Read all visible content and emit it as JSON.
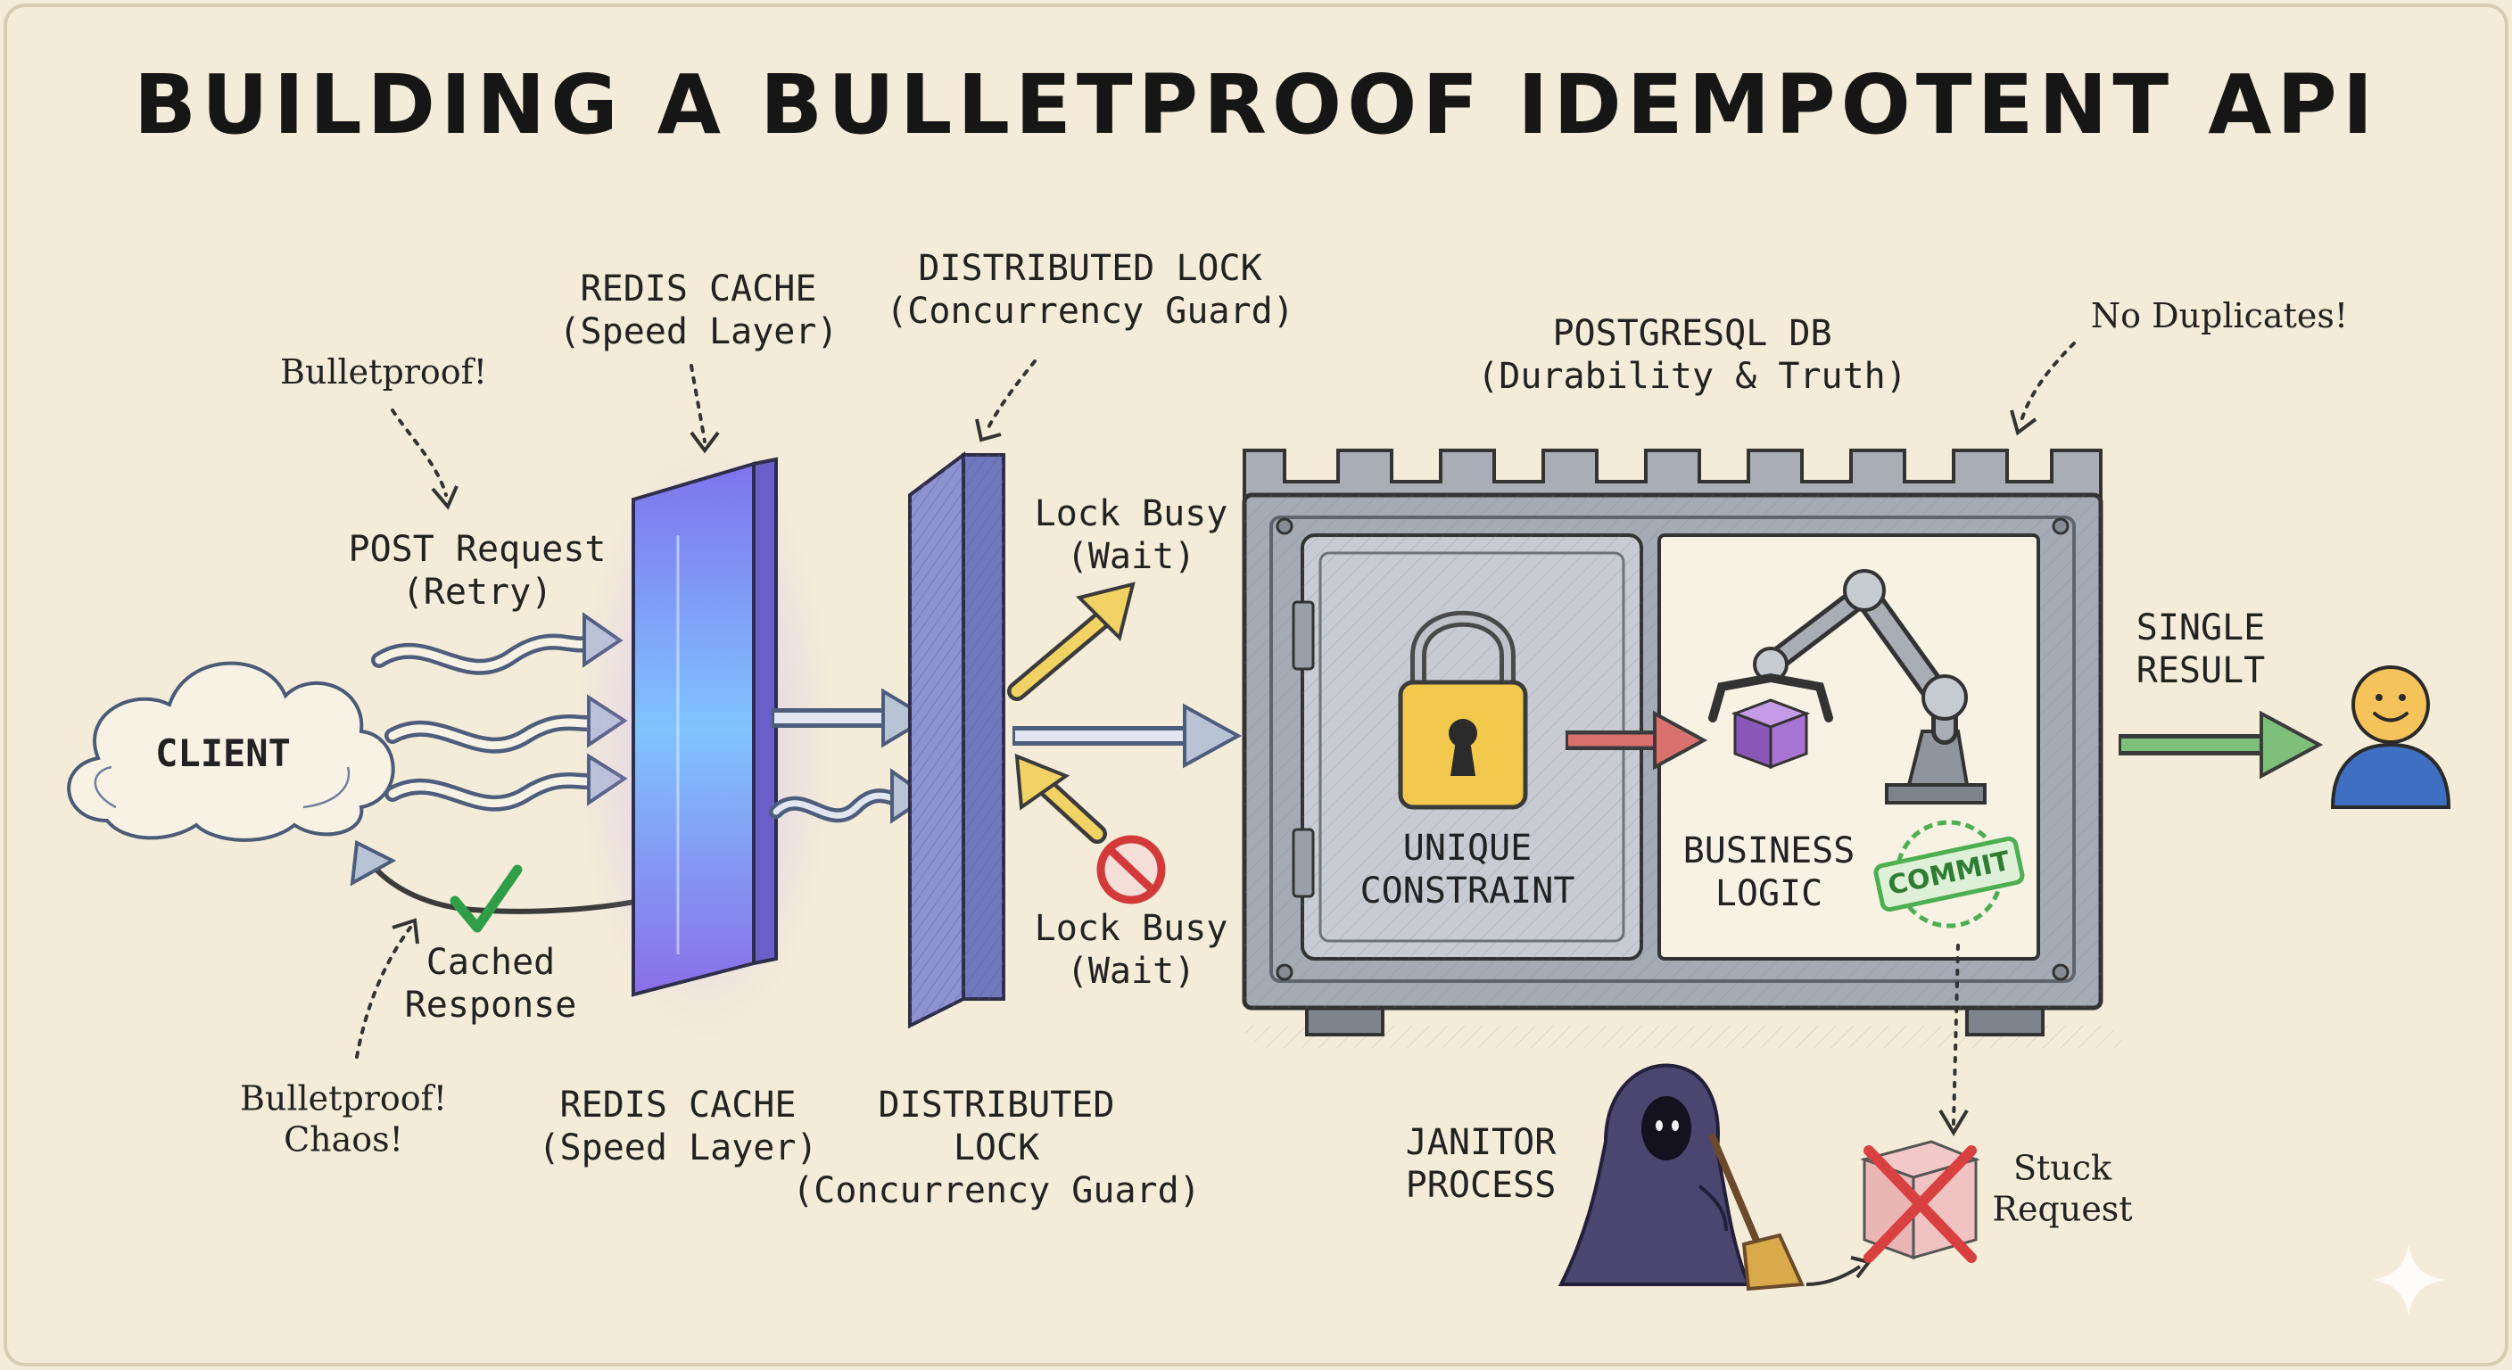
{
  "title": "BUILDING A BULLETPROOF IDEMPOTENT API",
  "client": {
    "label": "CLIENT"
  },
  "annotations": {
    "bulletproof_top": "Bulletproof!",
    "bulletproof_bottom": "Bulletproof!",
    "chaos": "Chaos!",
    "no_duplicates": "No Duplicates!"
  },
  "request": {
    "line1": "POST Request",
    "line2": "(Retry)"
  },
  "cached_response": {
    "line1": "Cached",
    "line2": "Response"
  },
  "redis_top": {
    "line1": "REDIS CACHE",
    "line2": "(Speed Layer)"
  },
  "redis_bottom": {
    "line1": "REDIS CACHE",
    "line2": "(Speed Layer)"
  },
  "lock_top": {
    "line1": "DISTRIBUTED LOCK",
    "line2": "(Concurrency Guard)"
  },
  "lock_bottom": {
    "line1": "DISTRIBUTED",
    "line2": "LOCK",
    "line3": "(Concurrency Guard)"
  },
  "lock_busy_top": {
    "line1": "Lock Busy",
    "line2": "(Wait)"
  },
  "lock_busy_bottom": {
    "line1": "Lock Busy",
    "line2": "(Wait)"
  },
  "postgres": {
    "line1": "POSTGRESQL DB",
    "line2": "(Durability & Truth)"
  },
  "unique_constraint": {
    "line1": "UNIQUE",
    "line2": "CONSTRAINT"
  },
  "business_logic": {
    "line1": "BUSINESS",
    "line2": "LOGIC"
  },
  "commit_stamp": "COMMIT",
  "single_result": {
    "line1": "SINGLE",
    "line2": "RESULT"
  },
  "janitor": {
    "line1": "JANITOR",
    "line2": "PROCESS"
  },
  "stuck_request": {
    "line1": "Stuck",
    "line2": "Request"
  },
  "colors": {
    "background": "#f4ecd8",
    "ink": "#1e1e1e",
    "steel": "#9ea4ad",
    "steel_light": "#c6cbd2",
    "redis_purple": "#8a7cf0",
    "redis_glow": "#9ec8ff",
    "lock_blue": "#7d84c6",
    "yellow_arrow": "#f2d263",
    "red_arrow": "#d9726f",
    "green_arrow": "#7cc07a",
    "check_green": "#2f9e47",
    "padlock_yellow": "#f2c94c",
    "cube_purple": "#9a6cc8",
    "commit_green": "#4caf50",
    "janitor_cloak": "#4a4670",
    "stuck_red": "#d94040",
    "user_blue": "#3f6fc0",
    "user_face": "#f6c35a"
  },
  "icons": [
    "cloud-icon",
    "check-icon",
    "no-entry-icon",
    "padlock-icon",
    "robot-arm-icon",
    "cube-icon",
    "user-icon",
    "janitor-icon",
    "broom-icon",
    "stuck-box-icon",
    "sparkle-icon"
  ]
}
